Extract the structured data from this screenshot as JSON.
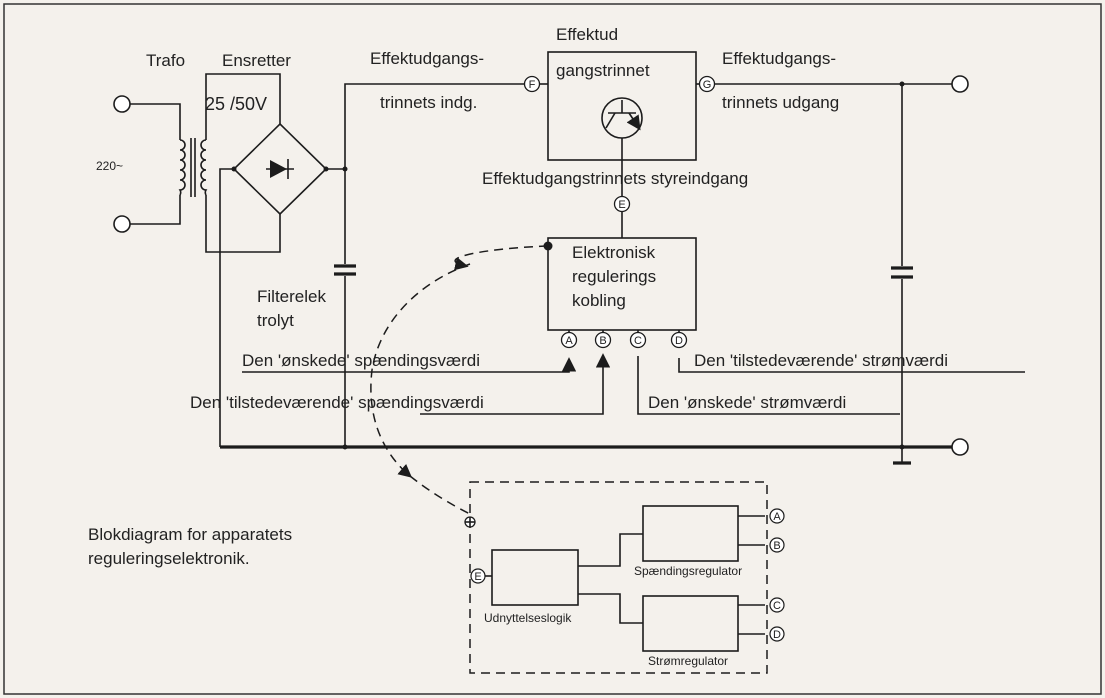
{
  "labels": {
    "trafo": "Trafo",
    "ensretter": "Ensretter",
    "voltage_rating": "25 /50V",
    "mains": "220~",
    "filter_line1": "Filterelek",
    "filter_line2": "trolyt",
    "input_line1": "Effektudgangs-",
    "input_line2": "trinnets indg.",
    "stage_line1": "Effektud",
    "stage_line2": "gangstrinnet",
    "output_line1": "Effektudgangs-",
    "output_line2": "trinnets udgang",
    "control_input": "Effektudgangstrinnets styreindgang",
    "reg_line1": "Elektronisk",
    "reg_line2": "regulerings",
    "reg_line3": "kobling",
    "desired_voltage": "Den 'ønskede' spændingsværdi",
    "actual_voltage": "Den 'tilstedeværende' spændingsværdi",
    "desired_current": "Den 'ønskede' strømværdi",
    "actual_current": "Den 'tilstedeværende' strømværdi",
    "block_caption_line1": "Blokdiagram for apparatets",
    "block_caption_line2": "reguleringselektronik.",
    "logic_label": "Udnyttelseslogik",
    "voltage_reg_label": "Spændingsregulator",
    "current_reg_label": "Strømregulator"
  },
  "terminals": {
    "A": "A",
    "B": "B",
    "C": "C",
    "D": "D",
    "E": "E",
    "F": "F",
    "G": "G"
  },
  "colors": {
    "background": "#f4f1ec",
    "ink": "#1c1c1c"
  }
}
